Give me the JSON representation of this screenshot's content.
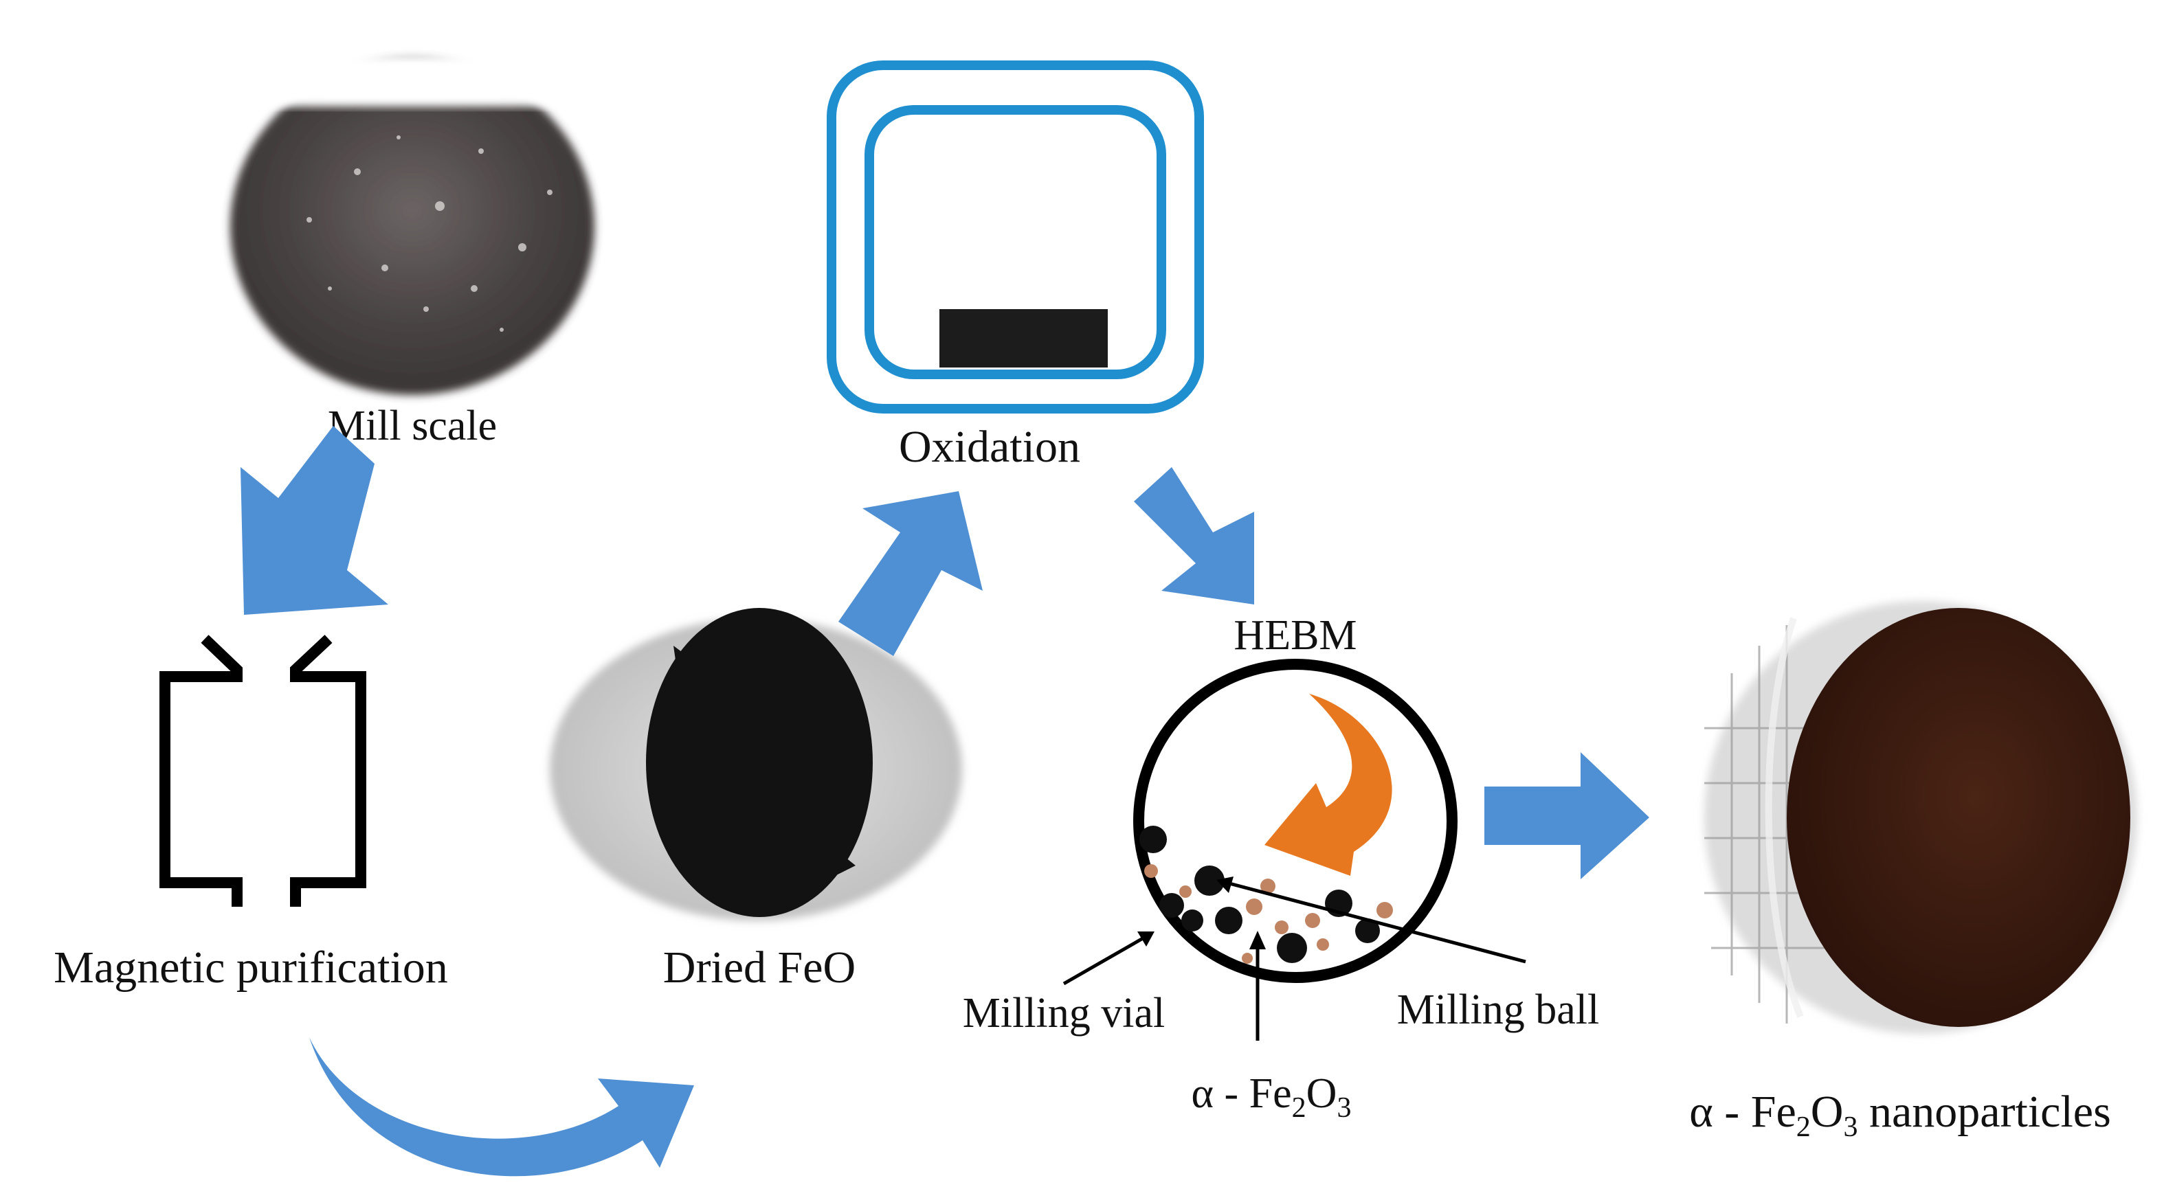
{
  "labels": {
    "mill_scale": "Mill scale",
    "magnetic_purification": "Magnetic purification",
    "dried_feo": "Dried FeO",
    "oxidation": "Oxidation",
    "hebm": "HEBM",
    "milling_vial": "Milling vial",
    "milling_ball": "Milling ball",
    "alpha_prefix": "α - Fe",
    "sub_2": "2",
    "o_letter": "O",
    "sub_3": "3",
    "nano_suffix": " nanoparticles"
  },
  "colors": {
    "flow_arrow": "#4f8fd3",
    "oven_border": "#1f8fd0",
    "sample_dark": "#1c1c1c",
    "rotation_arrow": "#e8781f",
    "ball_black": "#101010",
    "particle_brown": "#c08462",
    "nanoparticles_brown": "#3a1a10",
    "feo_black": "#121212",
    "mill_scale_grey": "#4a4444"
  },
  "icons": {
    "separator": "magnetic-separator-outline-icon",
    "oven": "furnace-icon",
    "rotation": "curved-rotation-arrow-icon"
  }
}
